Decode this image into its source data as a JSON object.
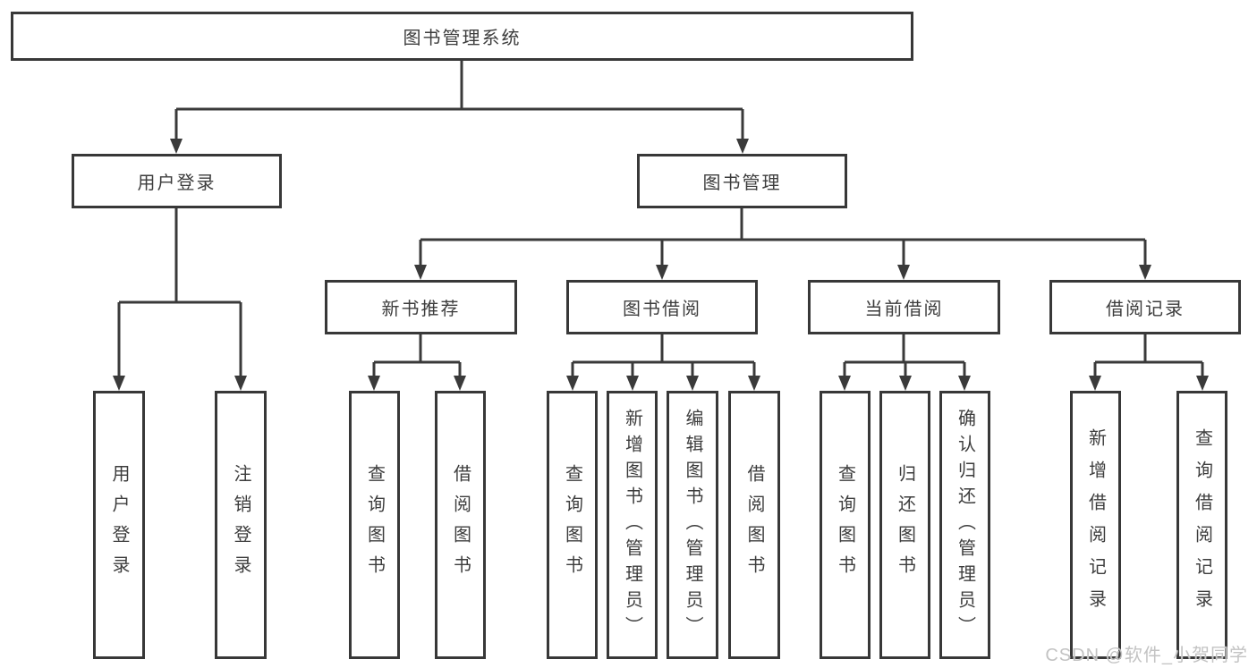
{
  "diagram": {
    "type": "tree-structure-chart",
    "nodes": {
      "root": "图书管理系统",
      "user_login": "用户登录",
      "book_management": "图书管理",
      "user_login_leaf": "用户登录",
      "logout_leaf": "注销登录",
      "new_book_recommend": "新书推荐",
      "book_borrow": "图书借阅",
      "current_borrow": "当前借阅",
      "borrow_records": "借阅记录",
      "rec_query_books": "查询图书",
      "rec_borrow_books": "借阅图书",
      "bb_query_books": "查询图书",
      "bb_add_books_admin": "新增图书（管理员）",
      "bb_edit_books_admin": "编辑图书（管理员）",
      "bb_borrow_books": "借阅图书",
      "cb_query_books": "查询图书",
      "cb_return_books": "归还图书",
      "cb_confirm_return_admin": "确认归还（管理员）",
      "br_add_record": "新增借阅记录",
      "br_query_record": "查询借阅记录"
    },
    "hierarchy": {
      "图书管理系统": [
        "用户登录",
        "图书管理"
      ],
      "用户登录": [
        "用户登录",
        "注销登录"
      ],
      "图书管理": [
        "新书推荐",
        "图书借阅",
        "当前借阅",
        "借阅记录"
      ],
      "新书推荐": [
        "查询图书",
        "借阅图书"
      ],
      "图书借阅": [
        "查询图书",
        "新增图书（管理员）",
        "编辑图书（管理员）",
        "借阅图书"
      ],
      "当前借阅": [
        "查询图书",
        "归还图书",
        "确认归还（管理员）"
      ],
      "借阅记录": [
        "新增借阅记录",
        "查询借阅记录"
      ]
    },
    "colors": {
      "line": "#3a3a3a",
      "box_border": "#383838",
      "box_background": "#ffffff",
      "text": "#3d3d3d",
      "watermark": "#c3c3c3"
    },
    "watermark": "CSDN @软件_小贺同学"
  }
}
